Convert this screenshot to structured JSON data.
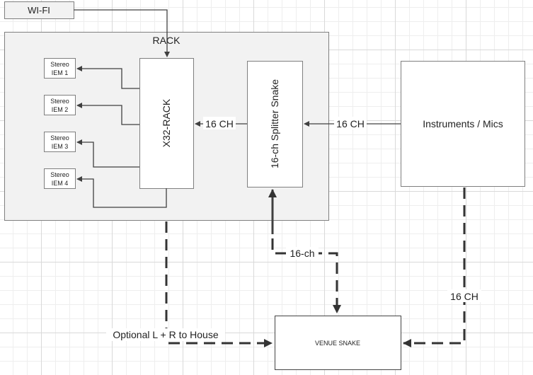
{
  "nodes": {
    "wifi": "WI-FI",
    "rack_title": "RACK",
    "x32_rack": "X32-RACK",
    "splitter": "16-ch Splitter Snake",
    "instruments": "Instruments / Mics",
    "venue_snake": "VENUE SNAKE",
    "iem": [
      {
        "line1": "Stereo",
        "line2": "IEM 1"
      },
      {
        "line1": "Stereo",
        "line2": "IEM 2"
      },
      {
        "line1": "Stereo",
        "line2": "IEM 3"
      },
      {
        "line1": "Stereo",
        "line2": "IEM 4"
      }
    ]
  },
  "edges": {
    "splitter_to_x32": "16 CH",
    "instruments_to_splitter": "16 CH",
    "venue_to_splitter": "16-ch",
    "instruments_to_venue": "16 CH",
    "optional_house": "Optional L + R to House"
  },
  "colors": {
    "rack_fill": "#f2f2f2",
    "line": "#404040",
    "grid": "#d9d9d9"
  }
}
